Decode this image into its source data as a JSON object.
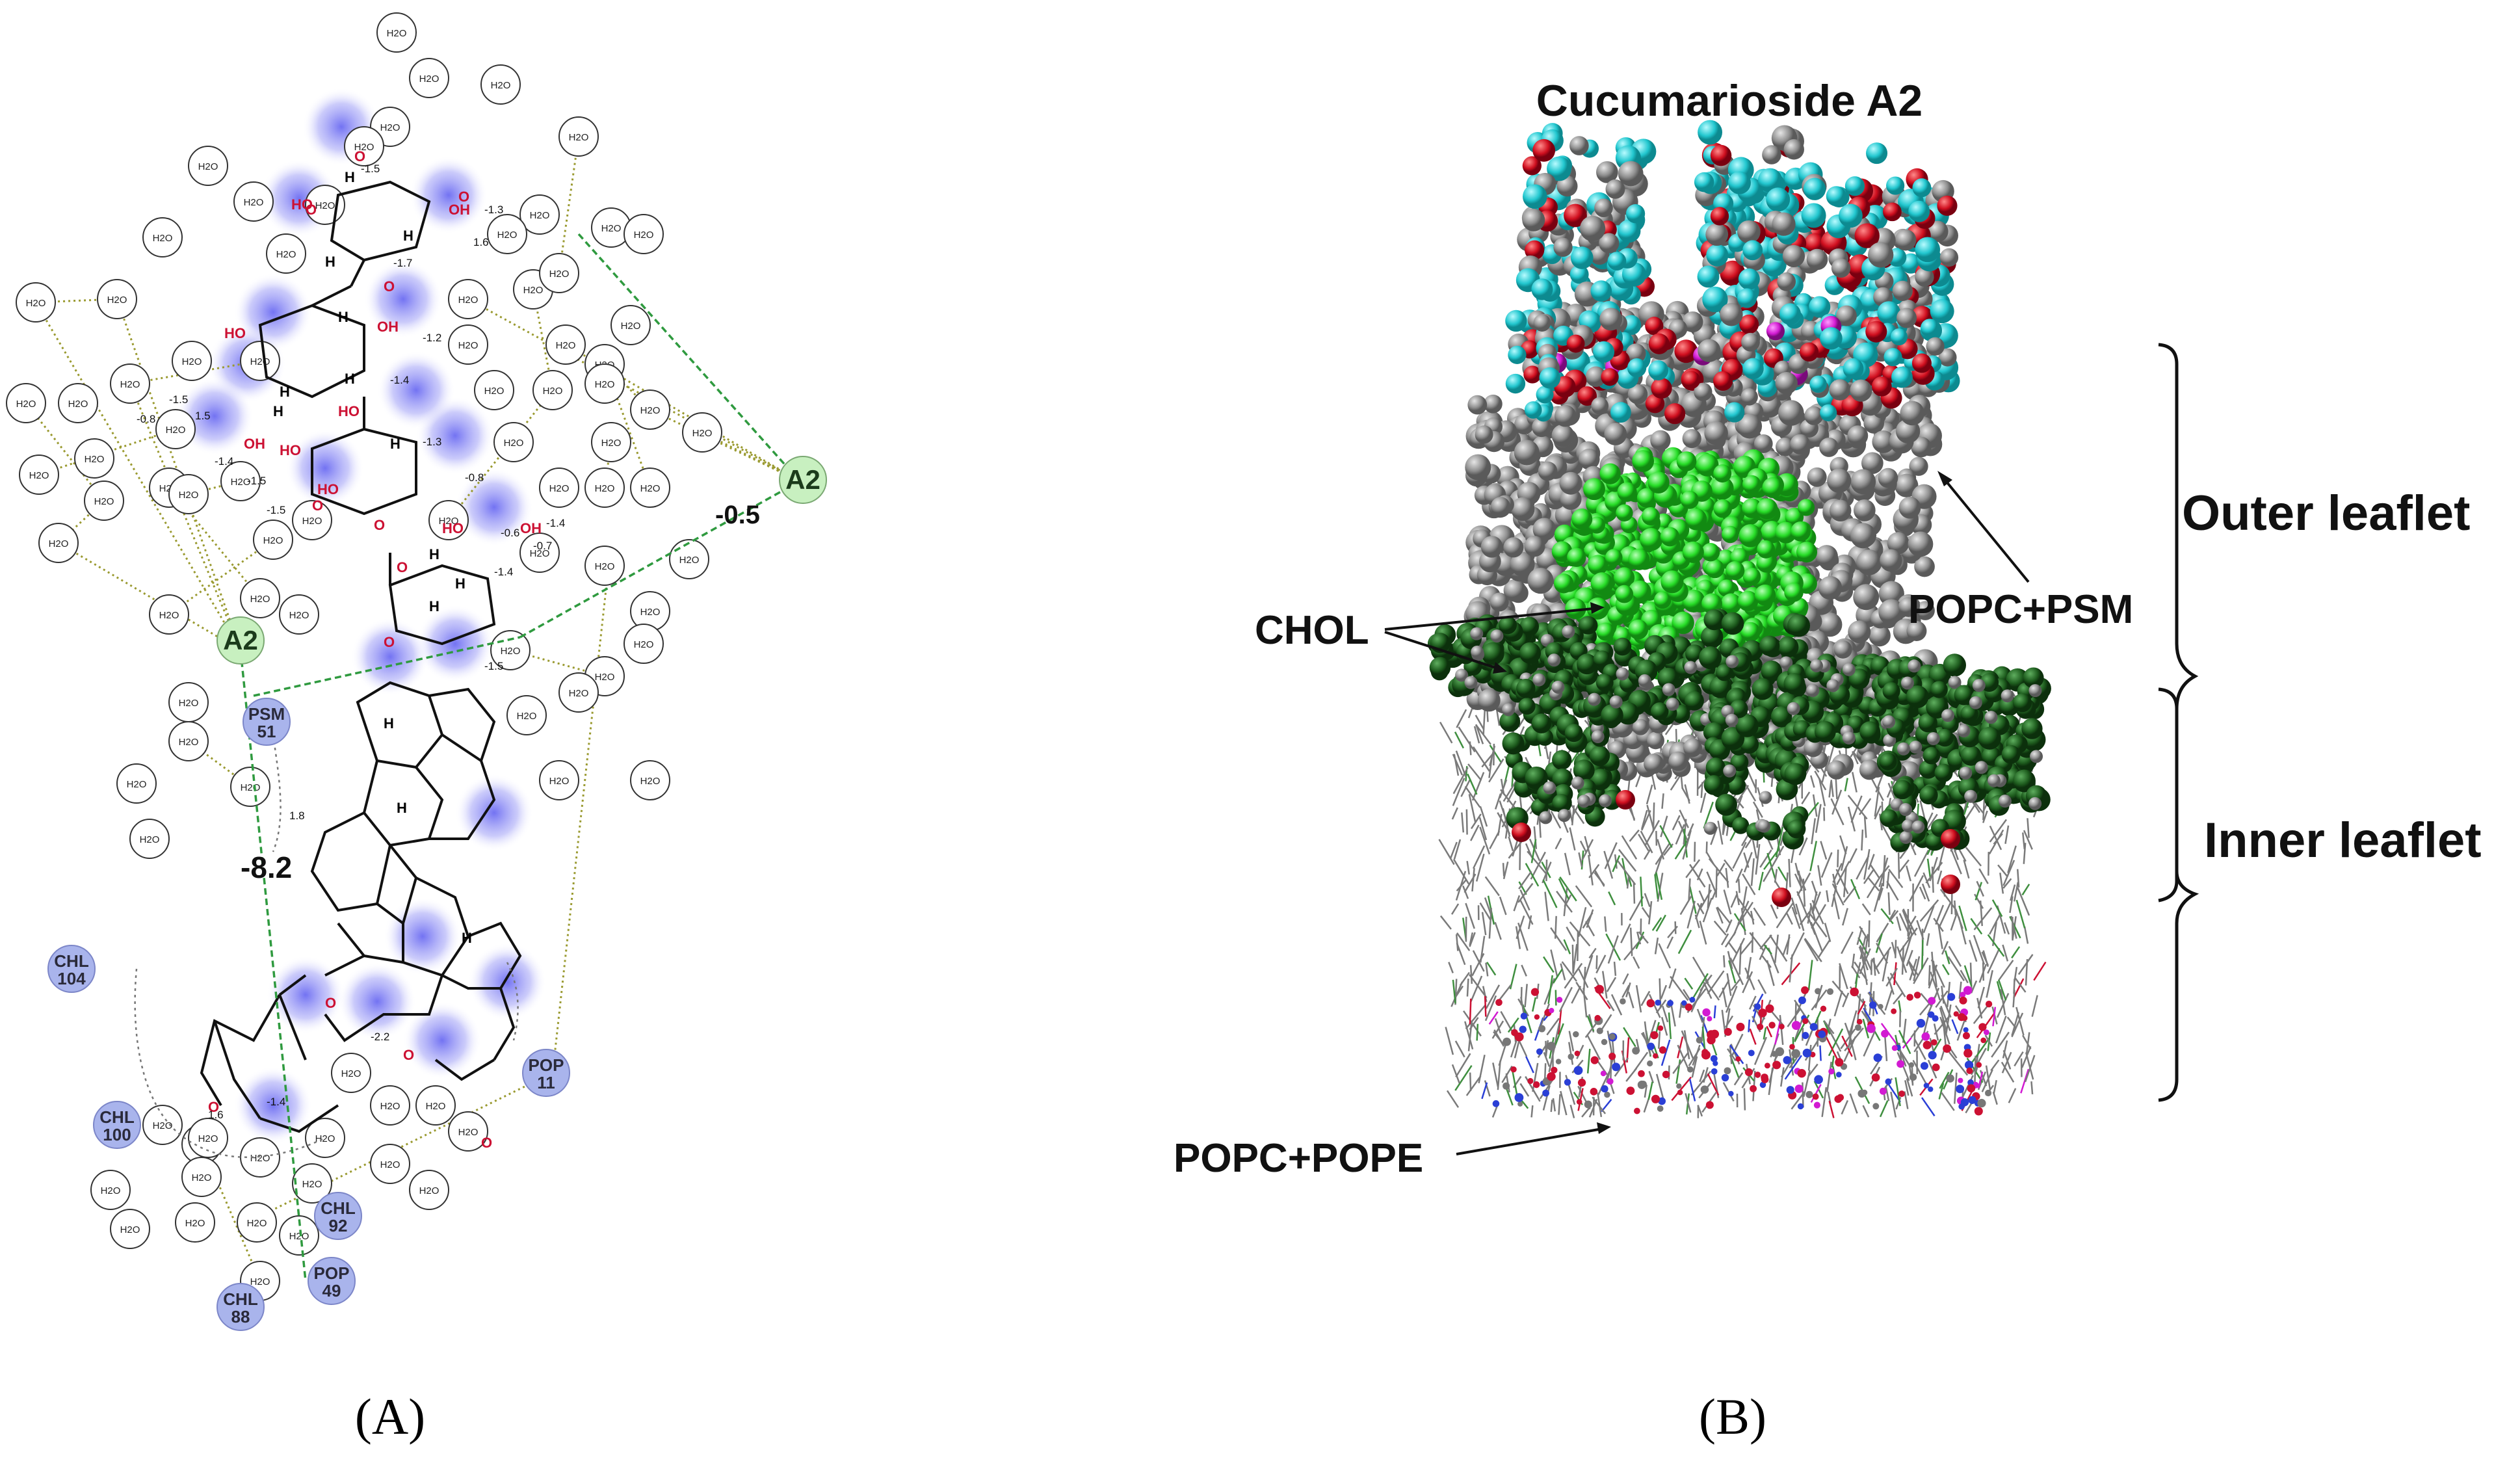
{
  "panel_a": {
    "label": "(A)",
    "ligand_nodes": [
      {
        "id": "a2_left",
        "text": "A2"
      },
      {
        "id": "a2_right",
        "text": "A2"
      }
    ],
    "residues": [
      {
        "id": "psm",
        "name": "PSM",
        "num": "51"
      },
      {
        "id": "chl104",
        "name": "CHL",
        "num": "104"
      },
      {
        "id": "chl100",
        "name": "CHL",
        "num": "100"
      },
      {
        "id": "pop11",
        "name": "POP",
        "num": "11"
      },
      {
        "id": "chl92",
        "name": "CHL",
        "num": "92"
      },
      {
        "id": "pop49",
        "name": "POP",
        "num": "49"
      },
      {
        "id": "chl88",
        "name": "CHL",
        "num": "88"
      }
    ],
    "energy_labels": {
      "big_left": "-8.2",
      "big_right": "-0.5"
    },
    "small_values": [
      "-1.5",
      "-1.3",
      "1.6",
      "-1.7",
      "-1.2",
      "-1.4",
      "-1.5",
      "-0.8",
      "1.5",
      "-1.4",
      "-1.5",
      "-1.5",
      "-1.3",
      "-0.8",
      "-0.6",
      "-1.4",
      "-0.7",
      "-1.4",
      "-1.5",
      "1.8",
      "-2.2",
      "1.6",
      "-1.4"
    ],
    "water_label": "H2O",
    "atom_o": "O",
    "atom_h": "H",
    "atom_oh": "OH",
    "atom_ho": "HO"
  },
  "panel_b": {
    "label": "(B)",
    "title": "Cucumarioside A2",
    "labels": {
      "outer": "Outer leaflet",
      "inner": "Inner leaflet",
      "popc_psm": "POPC+PSM",
      "chol": "CHOL",
      "popc_pope": "POPC+POPE"
    }
  },
  "colors": {
    "ligand_node": "#c8f0c0",
    "residue_node": "#a9b4ec",
    "highlight": "#6f6ff0",
    "hbond": "#9a9a30",
    "green_bond": "#2f9a3f",
    "oxygen": "#cc1133",
    "cyan": "#2fd3d8",
    "grey_atom": "#8e8e8e",
    "light_green": "#2ee52e",
    "dark_green": "#1f5e1f",
    "magenta": "#d21ad2"
  }
}
